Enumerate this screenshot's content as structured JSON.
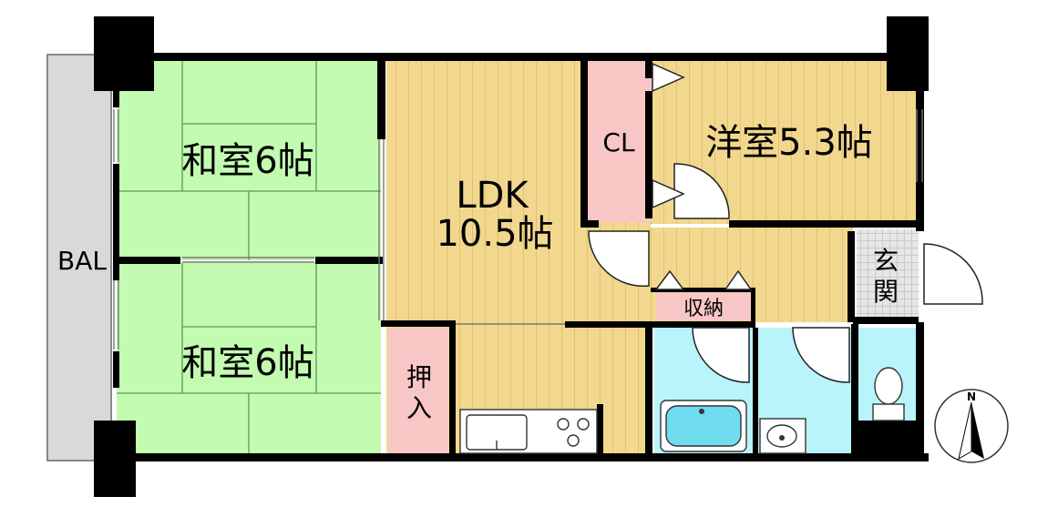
{
  "rooms": {
    "washitsu_top": "和室6帖",
    "washitsu_bottom": "和室6帖",
    "ldk_name": "LDK",
    "ldk_size": "10.5帖",
    "closet": "CL",
    "youshitsu": "洋室5.3帖",
    "genkan_1": "玄",
    "genkan_2": "関",
    "shuunou": "収納",
    "oshiire_1": "押",
    "oshiire_2": "入",
    "balcony": "BAL"
  },
  "compass": {
    "north": "N"
  },
  "colors": {
    "tatami": "#c3fbb1",
    "flooring": "#f2d88e",
    "closet": "#f9c6c6",
    "wet_area": "#b9f4fb",
    "genkan": "#e3e3e3",
    "balcony": "#d9d9d9",
    "wall": "#000000"
  }
}
